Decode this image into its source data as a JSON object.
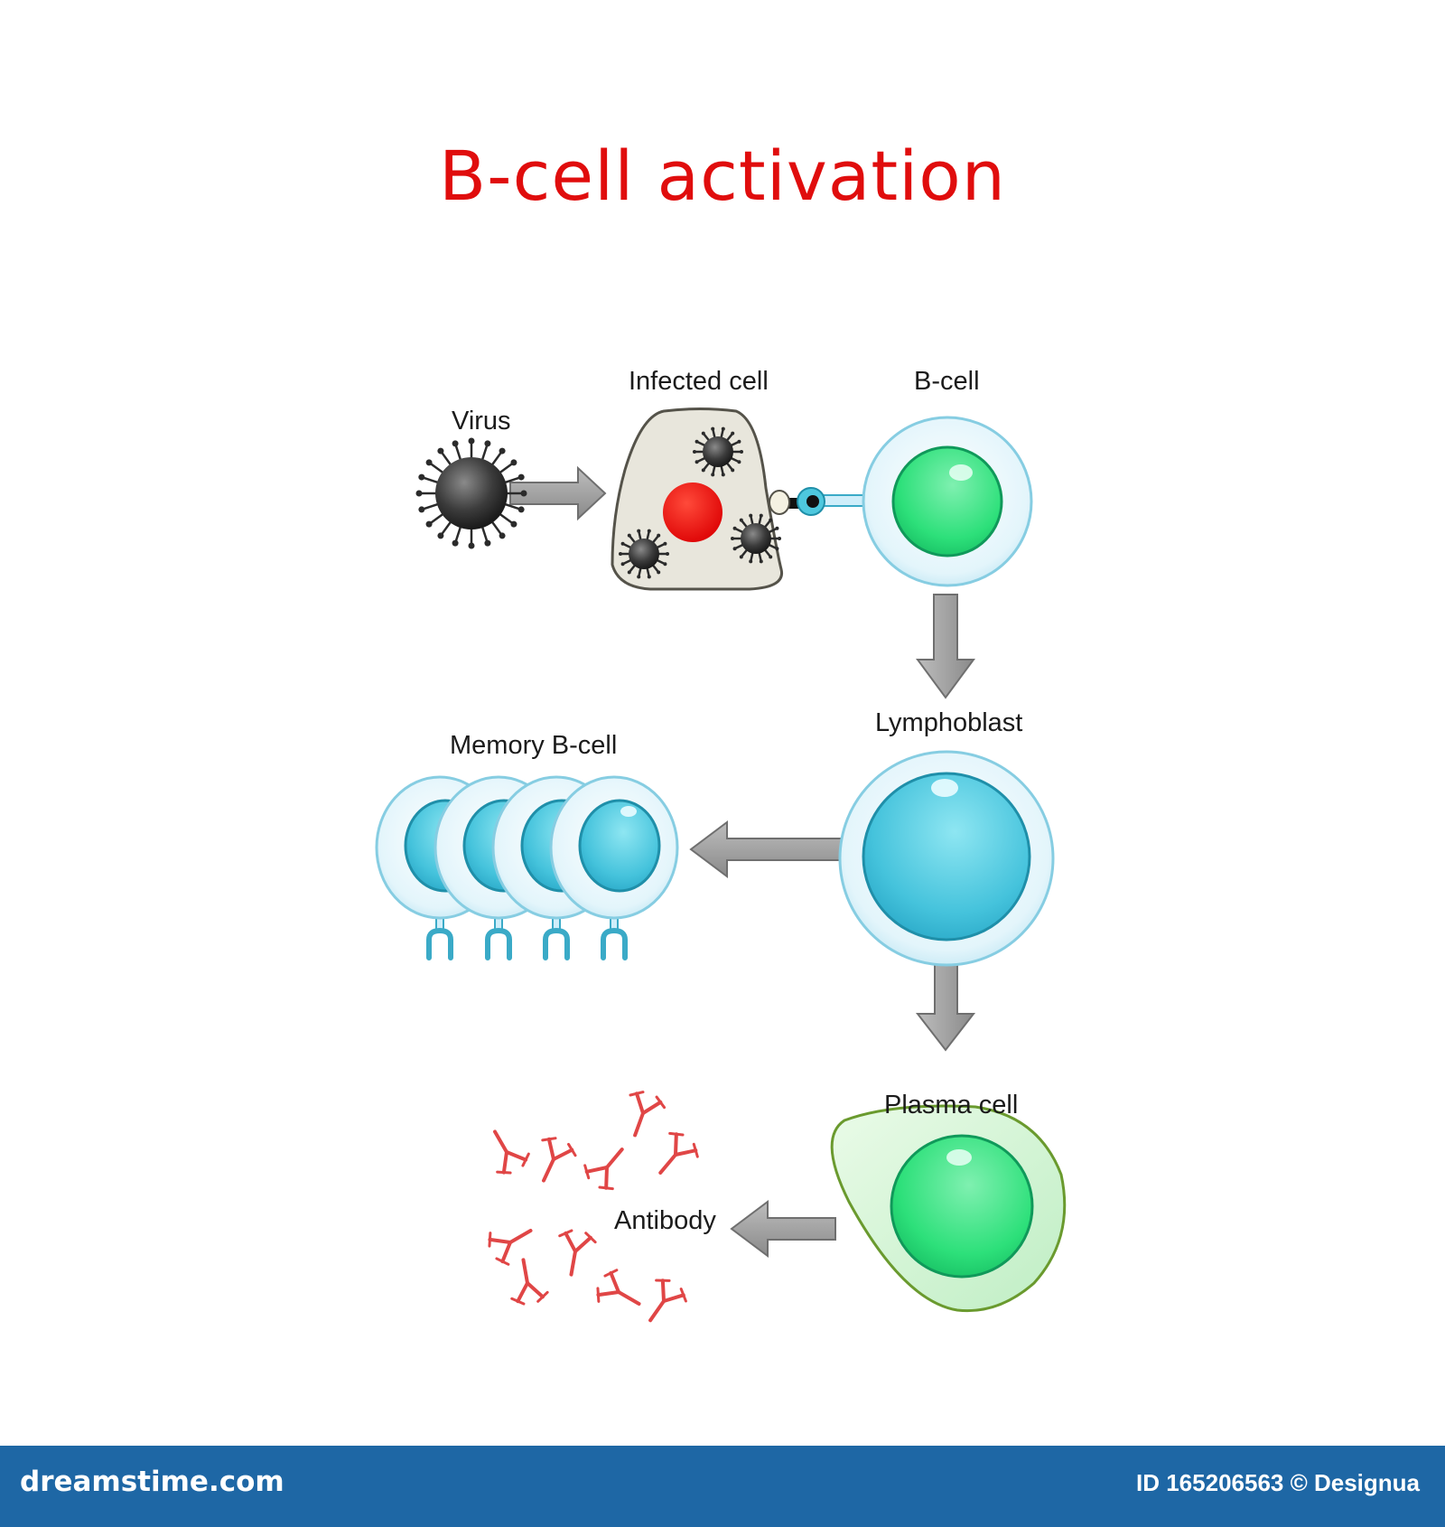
{
  "title": "B-cell activation",
  "labels": {
    "virus": "Virus",
    "infected_cell": "Infected cell",
    "b_cell": "B-cell",
    "lymphoblast": "Lymphoblast",
    "memory_b_cell": "Memory B-cell",
    "plasma_cell": "Plasma cell",
    "antibody": "Antibody"
  },
  "footer": {
    "brand": "dreamstime.com",
    "credit": "ID 165206563 © Designua"
  },
  "colors": {
    "title": "#e00d0d",
    "arrow": "#9c9c9c",
    "cell_outer": "#d3eef7",
    "nucleus_cyan": "#4ec8de",
    "nucleus_green": "#2ee07e",
    "infected_cell": "#e8e6dc",
    "infected_nucleus": "#ee1010",
    "virus": "#3f3f3f",
    "antibody": "#e04646",
    "footer": "#1e67a5"
  }
}
